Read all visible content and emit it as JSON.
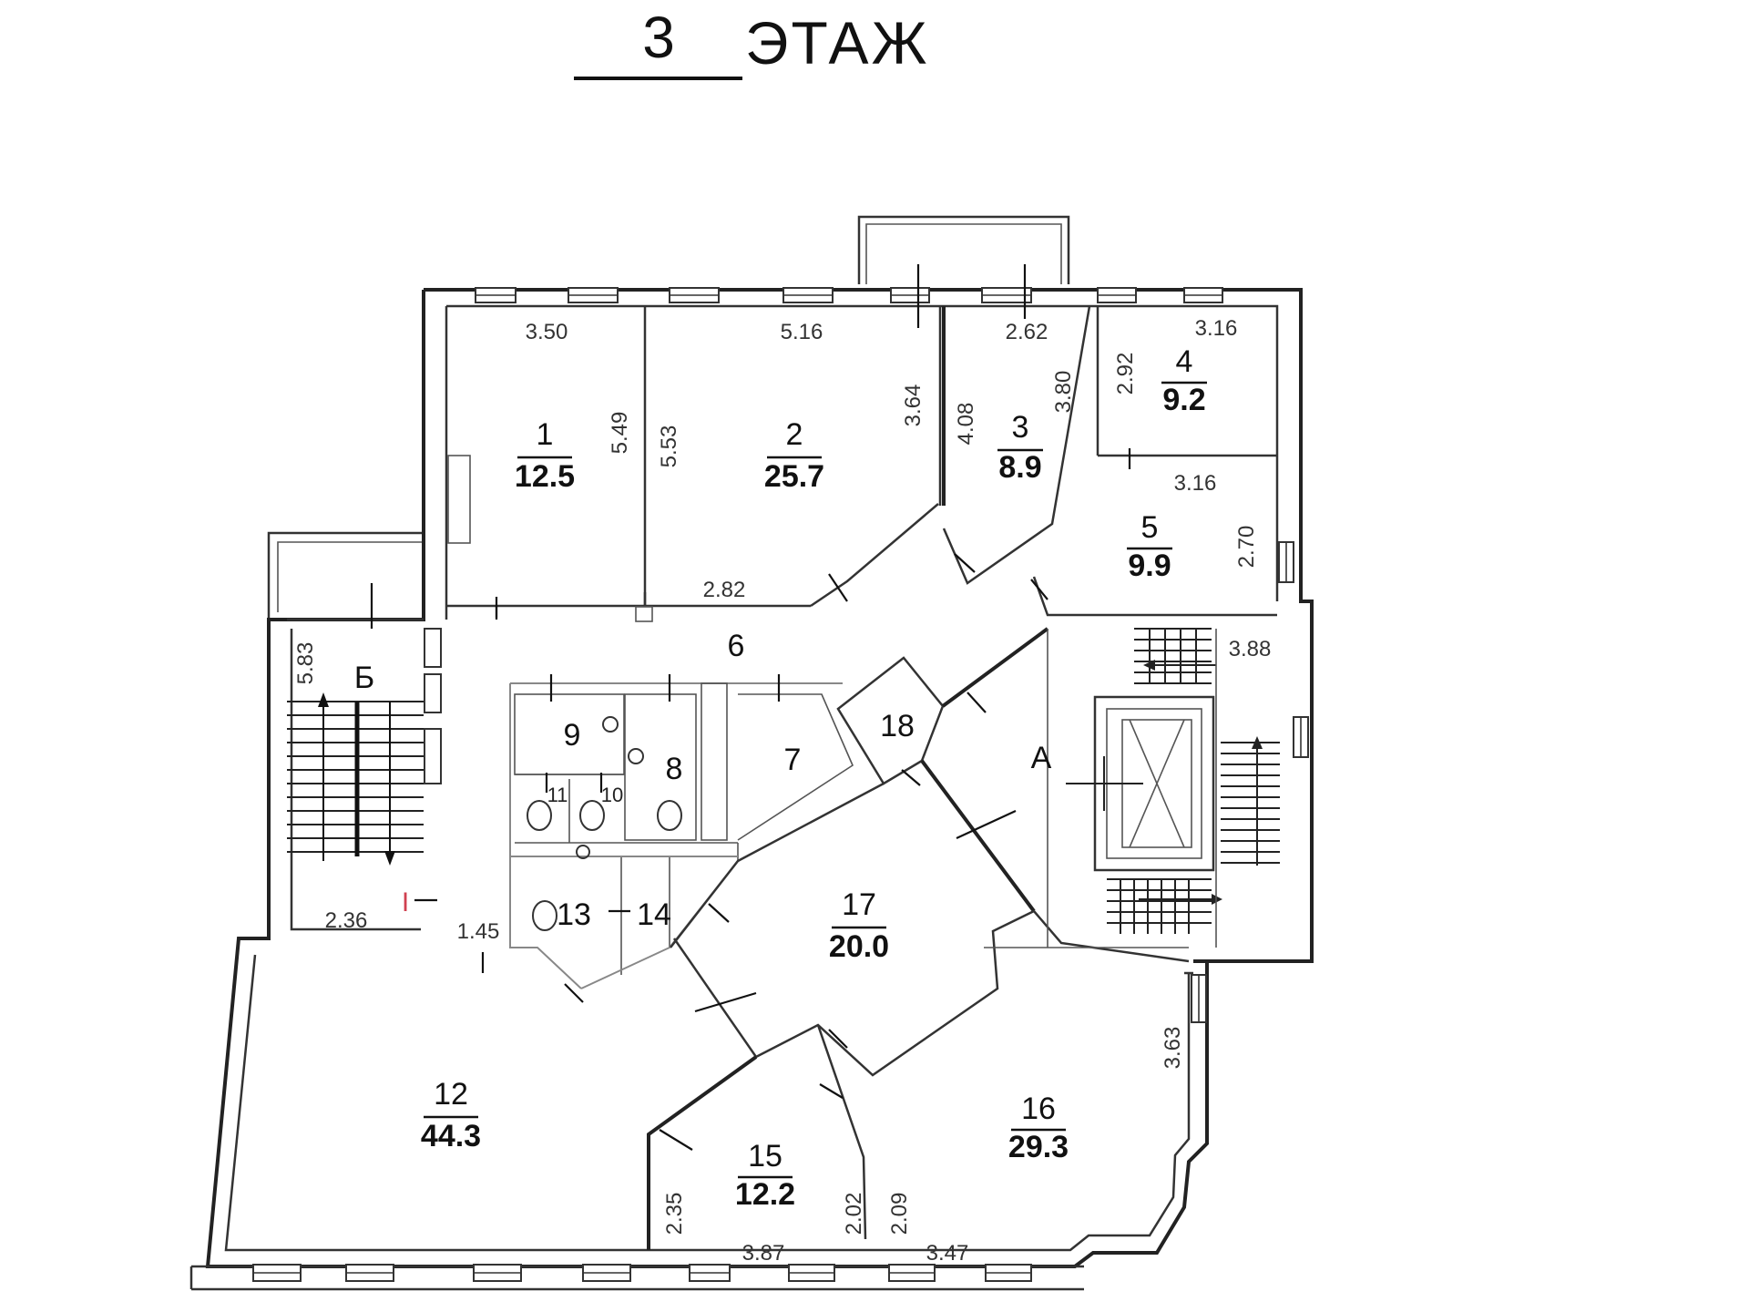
{
  "title": {
    "number": "3",
    "word": "ЭТАЖ"
  },
  "rooms": [
    {
      "id": "1",
      "number": "1",
      "area": "12.5"
    },
    {
      "id": "2",
      "number": "2",
      "area": "25.7"
    },
    {
      "id": "3",
      "number": "3",
      "area": "8.9"
    },
    {
      "id": "4",
      "number": "4",
      "area": "9.2"
    },
    {
      "id": "5",
      "number": "5",
      "area": "9.9"
    },
    {
      "id": "6",
      "number": "6"
    },
    {
      "id": "7",
      "number": "7"
    },
    {
      "id": "8",
      "number": "8"
    },
    {
      "id": "9",
      "number": "9"
    },
    {
      "id": "10",
      "number": "10"
    },
    {
      "id": "11",
      "number": "11"
    },
    {
      "id": "12",
      "number": "12",
      "area": "44.3"
    },
    {
      "id": "13",
      "number": "13"
    },
    {
      "id": "14",
      "number": "14"
    },
    {
      "id": "15",
      "number": "15",
      "area": "12.2"
    },
    {
      "id": "16",
      "number": "16",
      "area": "29.3"
    },
    {
      "id": "17",
      "number": "17",
      "area": "20.0"
    },
    {
      "id": "18",
      "number": "18"
    }
  ],
  "stair_labels": {
    "b": "Б",
    "a": "А"
  },
  "marker_text": "I",
  "dimensions": {
    "r1_width": "3.50",
    "r1_depth": "5.49",
    "r2_left": "5.53",
    "r2_width": "5.16",
    "r2_right": "3.64",
    "r2_bottom": "2.82",
    "r3_left": "4.08",
    "r3_width": "2.62",
    "r3_right": "3.80",
    "r4_left": "2.92",
    "r4_width": "3.16",
    "r5_width": "3.16",
    "r5_depth": "2.70",
    "stair_a_width": "3.88",
    "stair_b_depth": "5.83",
    "stair_b_width": "2.36",
    "corridor_small": "1.45",
    "r16_side": "3.63",
    "r15_left": "2.35",
    "r15_width": "3.87",
    "r15_right": "2.02",
    "r16_left": "2.09",
    "r16_width": "3.47"
  }
}
